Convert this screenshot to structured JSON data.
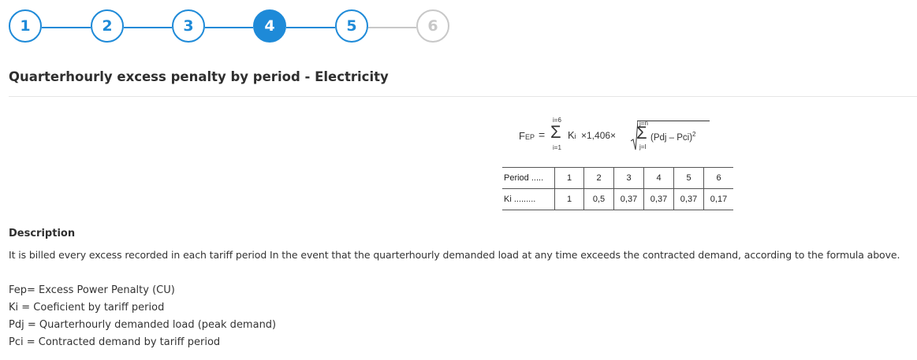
{
  "stepper": {
    "steps": [
      {
        "label": "1",
        "state": "completed"
      },
      {
        "label": "2",
        "state": "completed"
      },
      {
        "label": "3",
        "state": "completed"
      },
      {
        "label": "4",
        "state": "active"
      },
      {
        "label": "5",
        "state": "completed"
      },
      {
        "label": "6",
        "state": "disabled"
      }
    ],
    "colors": {
      "accent": "#1e8ad8",
      "disabled": "#c8c8c8"
    }
  },
  "page": {
    "title": "Quarterhourly excess penalty by period - Electricity"
  },
  "formula": {
    "lhs": "F",
    "lhs_sub": "EP",
    "equals": "=",
    "sum1_top": "i=6",
    "sum1_bottom": "i=1",
    "sigma": "Σ",
    "k": "K",
    "k_sub": "i",
    "factor": "×1,406×",
    "sum2_top": "j=n",
    "sum2_bottom": "j=I",
    "term": "(Pdj – Pci)",
    "exponent": "2"
  },
  "ki_table": {
    "period_label": "Period .....",
    "ki_label": "Ki .........",
    "periods": [
      "1",
      "2",
      "3",
      "4",
      "5",
      "6"
    ],
    "ki_values": [
      "1",
      "0,5",
      "0,37",
      "0,37",
      "0,37",
      "0,17"
    ]
  },
  "description": {
    "heading": "Description",
    "text": "It is billed every excess recorded in each tariff period In the event that the quarterhourly demanded load at any time exceeds the contracted demand, according to the formula above.",
    "definitions": [
      "Fep= Excess Power Penalty (CU)",
      "Ki = Coeficient by tariff period",
      "Pdj = Quarterhourly demanded load (peak demand)",
      "Pci = Contracted demand by tariff period"
    ]
  }
}
